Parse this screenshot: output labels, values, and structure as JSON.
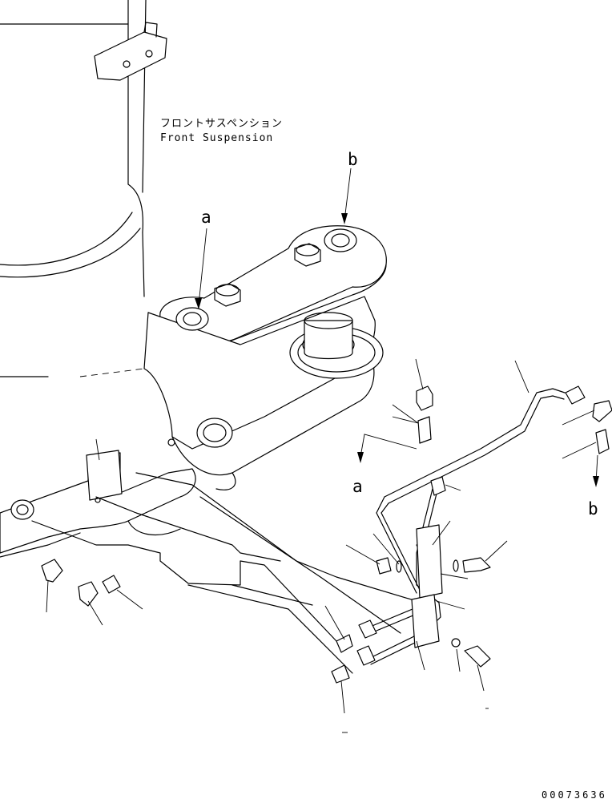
{
  "caption": {
    "jp": "フロントサスペンション",
    "en": "Front Suspension"
  },
  "labels": {
    "a_top": "a",
    "b_top": "b",
    "a_side": "a",
    "b_side": "b"
  },
  "drawing_number": "00073636"
}
